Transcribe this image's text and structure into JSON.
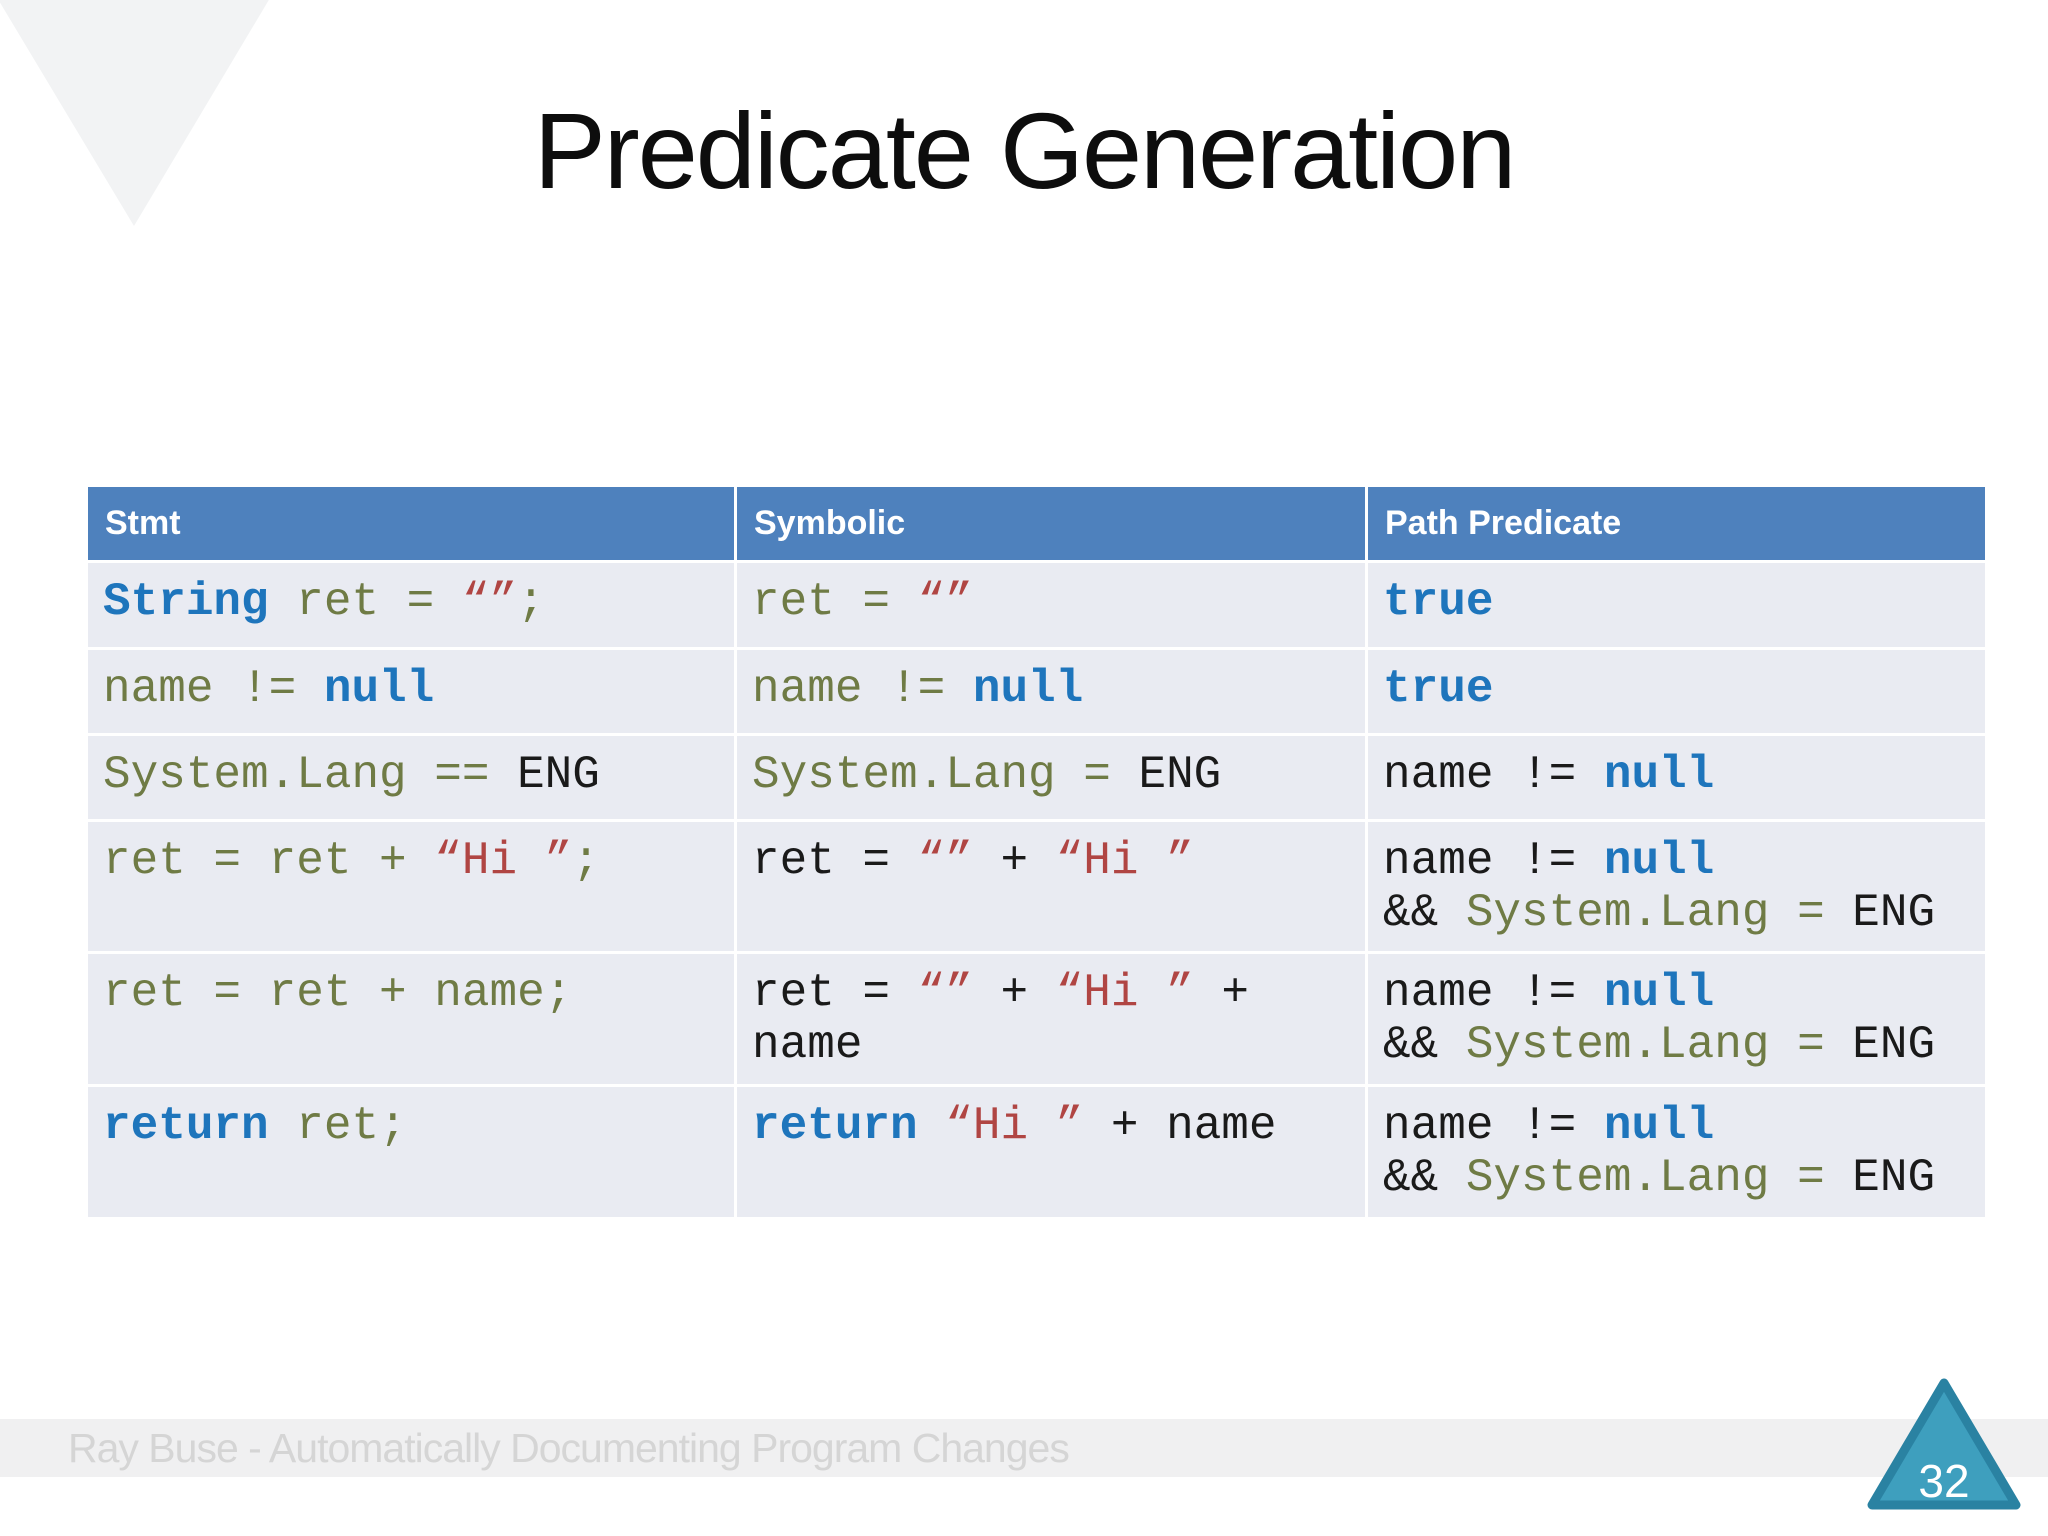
{
  "slide": {
    "title": "Predicate Generation",
    "footer": "Ray Buse - Automatically Documenting Program Changes",
    "page_number": "32"
  },
  "table": {
    "headers": [
      "Stmt",
      "Symbolic",
      "Path Predicate"
    ],
    "rows": [
      {
        "stmt": [
          {
            "t": "String",
            "c": "kw"
          },
          {
            "t": " ret = ",
            "c": "var"
          },
          {
            "t": "“”",
            "c": "str"
          },
          {
            "t": ";",
            "c": "var"
          }
        ],
        "symbolic": [
          {
            "t": "ret = ",
            "c": "var"
          },
          {
            "t": "“”",
            "c": "str"
          }
        ],
        "predicate": [
          {
            "t": "true",
            "c": "kw"
          }
        ]
      },
      {
        "stmt": [
          {
            "t": "name != ",
            "c": "var"
          },
          {
            "t": "null",
            "c": "kw"
          }
        ],
        "symbolic": [
          {
            "t": "name != ",
            "c": "var"
          },
          {
            "t": "null",
            "c": "kw"
          }
        ],
        "predicate": [
          {
            "t": "true",
            "c": "kw"
          }
        ]
      },
      {
        "stmt": [
          {
            "t": "System.Lang == ",
            "c": "var"
          },
          {
            "t": "ENG",
            "c": "plain"
          }
        ],
        "symbolic": [
          {
            "t": "System.Lang = ",
            "c": "var"
          },
          {
            "t": "ENG",
            "c": "plain"
          }
        ],
        "predicate": [
          {
            "t": "name != ",
            "c": "plain"
          },
          {
            "t": "null",
            "c": "kw"
          }
        ]
      },
      {
        "stmt": [
          {
            "t": "ret = ret + ",
            "c": "var"
          },
          {
            "t": "“Hi ”",
            "c": "str"
          },
          {
            "t": ";",
            "c": "var"
          }
        ],
        "symbolic": [
          {
            "t": "ret = ",
            "c": "plain"
          },
          {
            "t": "“”",
            "c": "str"
          },
          {
            "t": " + ",
            "c": "plain"
          },
          {
            "t": "“Hi ”",
            "c": "str"
          }
        ],
        "predicate": [
          {
            "t": "name != ",
            "c": "plain"
          },
          {
            "t": "null",
            "c": "kw"
          },
          {
            "t": "\n&& ",
            "c": "plain"
          },
          {
            "t": "System.Lang = ",
            "c": "var"
          },
          {
            "t": "ENG",
            "c": "plain"
          }
        ]
      },
      {
        "stmt": [
          {
            "t": "ret = ret + name;",
            "c": "var"
          }
        ],
        "symbolic": [
          {
            "t": "ret = ",
            "c": "plain"
          },
          {
            "t": "“”",
            "c": "str"
          },
          {
            "t": " + ",
            "c": "plain"
          },
          {
            "t": "“Hi ”",
            "c": "str"
          },
          {
            "t": " +\nname",
            "c": "plain"
          }
        ],
        "predicate": [
          {
            "t": "name != ",
            "c": "plain"
          },
          {
            "t": "null",
            "c": "kw"
          },
          {
            "t": "\n&& ",
            "c": "plain"
          },
          {
            "t": "System.Lang = ",
            "c": "var"
          },
          {
            "t": "ENG",
            "c": "plain"
          }
        ]
      },
      {
        "stmt": [
          {
            "t": "return",
            "c": "kw"
          },
          {
            "t": " ret;",
            "c": "var"
          }
        ],
        "symbolic": [
          {
            "t": "return",
            "c": "kw"
          },
          {
            "t": " ",
            "c": "plain"
          },
          {
            "t": "“Hi ”",
            "c": "str"
          },
          {
            "t": " + name",
            "c": "plain"
          }
        ],
        "predicate": [
          {
            "t": "name != ",
            "c": "plain"
          },
          {
            "t": "null",
            "c": "kw"
          },
          {
            "t": "\n&& ",
            "c": "plain"
          },
          {
            "t": "System.Lang = ",
            "c": "var"
          },
          {
            "t": "ENG",
            "c": "plain"
          }
        ]
      }
    ]
  },
  "colors": {
    "title-text": "#0d0d0d",
    "header-bg": "#4e81bd",
    "header-text": "#ffffff",
    "row-bg": "#e9ebf2",
    "code-plain": "#1a1a1a",
    "code-keyword": "#1e75bc",
    "code-variable": "#6f7b45",
    "code-string": "#b04543",
    "footer-bg": "#f0f0f1",
    "footer-text": "#d5d5d5",
    "page-triangle-fill": "#3e9fbe",
    "page-triangle-border": "#2a82a2",
    "corner-triangle": "#f2f3f4"
  }
}
